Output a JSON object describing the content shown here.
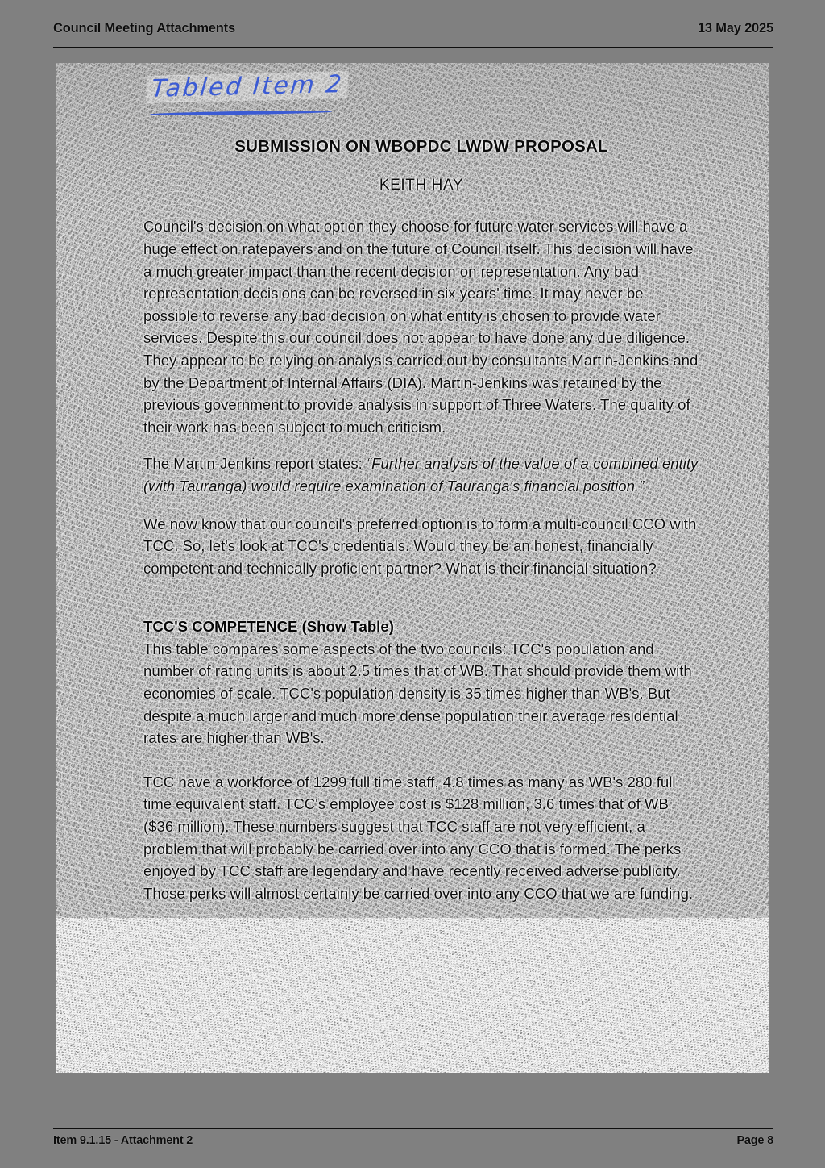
{
  "header": {
    "left": "Council Meeting Attachments",
    "right": "13 May 2025"
  },
  "footer": {
    "left": "Item 9.1.15 - Attachment 2",
    "right": "Page 8"
  },
  "annotation": {
    "handwritten_note": "Tabled  Item  2",
    "ink_color": "#3b5bd4"
  },
  "document": {
    "title": "SUBMISSION ON WBOPDC LWDW PROPOSAL",
    "author": "KEITH HAY",
    "paragraph_1": "Council's decision on what option they choose for future water services will have a huge effect on ratepayers and on the future of Council itself. This decision will have a much greater impact than the recent decision on representation. Any bad representation decisions can be reversed in six years' time. It may never be possible to reverse any bad decision on what entity is chosen to provide water services. Despite this our council does not appear to have done any due diligence. They appear to be relying on analysis carried out by consultants Martin-Jenkins and by the Department of Internal Affairs (DIA). Martin-Jenkins was retained by the previous government to provide analysis in support of Three Waters. The quality of their work has been subject to much criticism.",
    "paragraph_2_lead": "The Martin-Jenkins report states: ",
    "paragraph_2_quote": "“Further analysis of the value of a combined entity (with Tauranga) would require examination of Tauranga's financial position.”",
    "paragraph_3": "We now know that our council's preferred option is to form a multi-council CCO with TCC. So, let's look at TCC's credentials. Would they be an honest, financially competent and technically proficient partner? What is their financial situation?",
    "heading_competence": "TCC'S COMPETENCE (Show Table)",
    "paragraph_4": "This table compares some aspects of the two councils: TCC's population and number of rating units is about 2.5 times that of WB. That should provide them with economies of scale. TCC's population density is 35 times higher than WB's. But despite a much larger and much more dense population their average residential rates are higher than WB's.",
    "paragraph_5": "TCC have a workforce of 1299 full time staff, 4.8 times as many as WB's 280 full time equivalent staff. TCC's employee cost is $128 million, 3.6 times that of WB ($36 million). These numbers suggest that TCC staff are not very efficient, a problem that will probably be carried over into any CCO that is formed. The perks enjoyed by TCC staff are legendary and have recently received adverse publicity. Those perks will almost certainly be carried over into any CCO that we are funding."
  },
  "colors": {
    "page_background": "#808080",
    "text": "#0b0b0b",
    "ink": "#3b5bd4"
  }
}
